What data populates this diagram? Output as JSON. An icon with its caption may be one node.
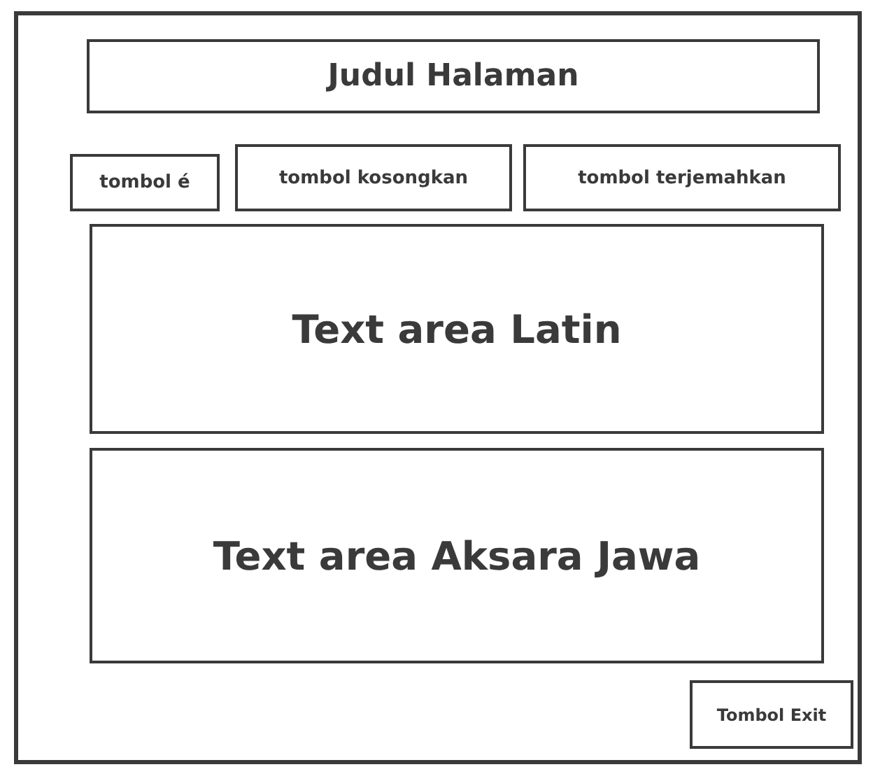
{
  "diagram": {
    "nodes": [
      {
        "text": [],
        "shape": "box"
      },
      {
        "text": [
          "Judul Halaman"
        ],
        "in": 0
      },
      {
        "text": [
          "tombol é"
        ],
        "in": 0
      },
      {
        "text": [
          "tombol kosongkan"
        ],
        "in": 0
      },
      {
        "text": [
          "tombol terjemahkan"
        ],
        "in": 0
      },
      {
        "text": [
          "Text area Latin"
        ],
        "in": 0
      },
      {
        "text": [
          "Text area Aksara Jawa"
        ],
        "in": 0
      },
      {
        "text": [
          "Tombol Exit"
        ],
        "in": 0
      }
    ],
    "edges": []
  }
}
